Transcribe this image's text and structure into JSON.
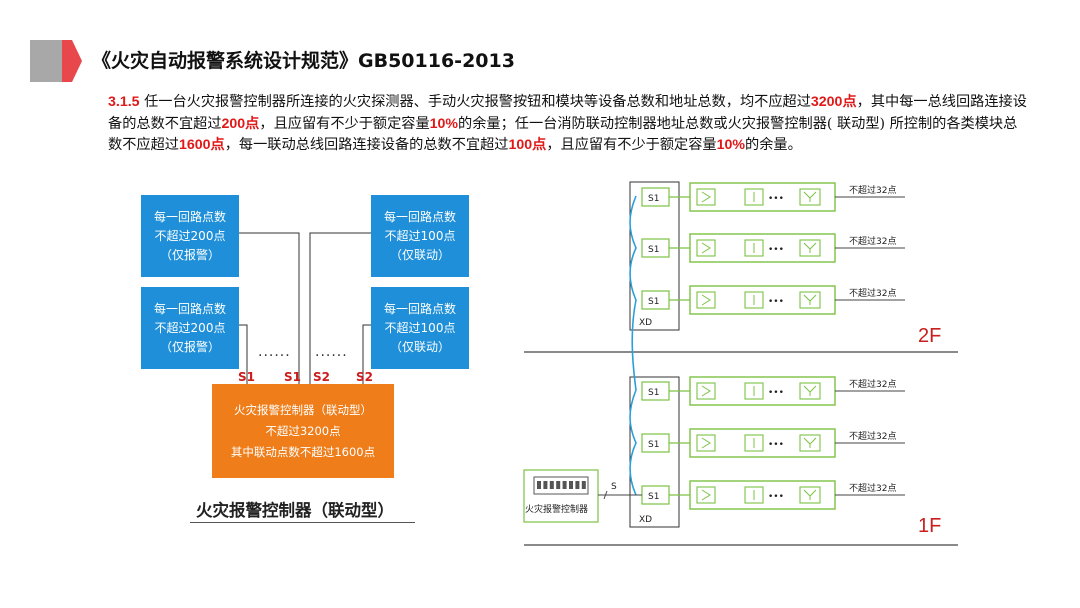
{
  "title": "《火灾自动报警系统设计规范》GB50116-2013",
  "paragraph": [
    {
      "t": "3.1.5",
      "hl": true
    },
    {
      "t": " 任一台火灾报警控制器所连接的火灾探测器、手动火灾报警按钮和模块等设备总数和地址总数，均不应超过",
      "hl": false
    },
    {
      "t": "3200点",
      "hl": true
    },
    {
      "t": "，其中每一总线回路连接设备的总数不宜超过",
      "hl": false
    },
    {
      "t": "200点",
      "hl": true
    },
    {
      "t": "，且应留有不少于额定容量",
      "hl": false
    },
    {
      "t": "10%",
      "hl": true
    },
    {
      "t": "的余量；任一台消防联动控制器地址总数或火灾报警控制器( 联动型) 所控制的各类模块总数不应超过",
      "hl": false
    },
    {
      "t": "1600点",
      "hl": true
    },
    {
      "t": "，每一联动总线回路连接设备的总数不宜超过",
      "hl": false
    },
    {
      "t": "100点",
      "hl": true
    },
    {
      "t": "，且应留有不少于额定容量",
      "hl": false
    },
    {
      "t": "10%",
      "hl": true
    },
    {
      "t": "的余量。",
      "hl": false
    }
  ],
  "left_diagram": {
    "boxes": {
      "alarm_top": [
        "每一回路点数",
        "不超过200点",
        "（仅报警）"
      ],
      "alarm_bottom": [
        "每一回路点数",
        "不超过200点",
        "（仅报警）"
      ],
      "link_top": [
        "每一回路点数",
        "不超过100点",
        "（仅联动）"
      ],
      "link_bottom": [
        "每一回路点数",
        "不超过100点",
        "（仅联动）"
      ],
      "controller": [
        "火灾报警控制器（联动型）",
        "不超过3200点",
        "其中联动点数不超过1600点"
      ]
    },
    "labels": {
      "s1a": "S1",
      "s1b": "S1",
      "s2a": "S2",
      "s2b": "S2"
    },
    "dots": "......",
    "caption": "火灾报警控制器（联动型）"
  },
  "right_diagram": {
    "floor_2": "2F",
    "floor_1": "1F",
    "xd": "XD",
    "s1": "S1",
    "s": "S",
    "limit": "不超过32点",
    "panel_label": "火灾报警控制器",
    "colors": {
      "green": "#7cc243",
      "blue": "#2a9fd8",
      "red": "#cc1d1d"
    }
  }
}
